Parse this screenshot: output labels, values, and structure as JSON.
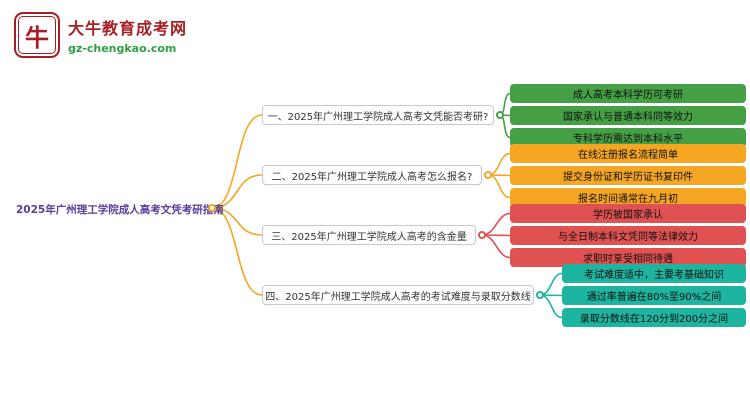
{
  "logo": {
    "icon": "牛",
    "title": "大牛教育成考网",
    "domain": "gz-chengkao.com"
  },
  "root": {
    "label": "2025年广州理工学院成人高考文凭考研指南"
  },
  "colors": {
    "link": "#f5a623",
    "branch1": "#45a045",
    "branch2": "#f5a623",
    "branch3": "#e05252",
    "branch4": "#1db4a0",
    "logo_red": "#a61f24",
    "logo_green": "#2f9e44",
    "root_text": "#5a3d9a"
  },
  "branches": [
    {
      "label": "一、2025年广州理工学院成人高考文凭能否考研?",
      "color": "#45a045",
      "children": [
        "成人高考本科学历可考研",
        "国家承认与普通本科同等效力",
        "专科学历需达到本科水平"
      ]
    },
    {
      "label": "二、2025年广州理工学院成人高考怎么报名?",
      "color": "#f5a623",
      "children": [
        "在线注册报名流程简单",
        "提交身份证和学历证书复印件",
        "报名时间通常在九月初"
      ]
    },
    {
      "label": "三、2025年广州理工学院成人高考的含金量",
      "color": "#e05252",
      "children": [
        "学历被国家承认",
        "与全日制本科文凭同等法律效力",
        "求职时享受相同待遇"
      ]
    },
    {
      "label": "四、2025年广州理工学院成人高考的考试难度与录取分数线",
      "color": "#1db4a0",
      "children": [
        "考试难度适中，主要考基础知识",
        "通过率普遍在80%至90%之间",
        "录取分数线在120分到200分之间"
      ]
    }
  ]
}
